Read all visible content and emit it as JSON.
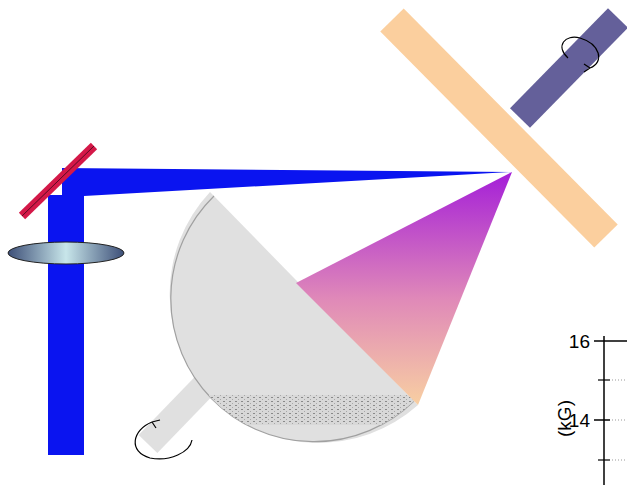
{
  "diagram": {
    "labels": [
      "16",
      "14",
      "(kG)"
    ]
  }
}
